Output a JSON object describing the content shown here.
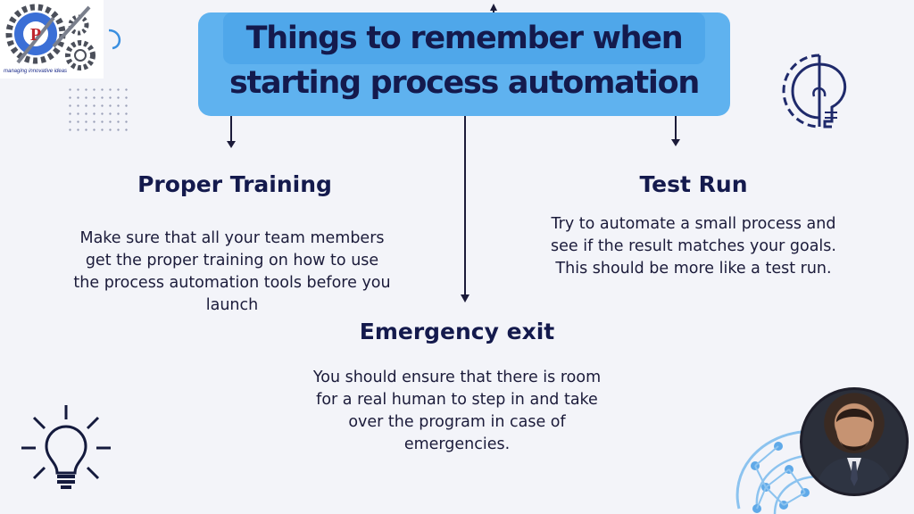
{
  "logo": {
    "monogram": "P",
    "tagline": "managing innovative ideas"
  },
  "title": {
    "line1": "Things to remember when",
    "line2": "starting process automation"
  },
  "sections": {
    "left": {
      "heading": "Proper Training",
      "body": "Make sure that all your team members get the proper training on how to use the process automation tools before you launch"
    },
    "right": {
      "heading": "Test Run",
      "body": "Try to automate a small process and see if the result matches your goals. This should be more like a test run."
    },
    "middle": {
      "heading": "Emergency exit",
      "body": "You should ensure that there is room for a real human to step in and take over the program in case of emergencies."
    }
  },
  "icons": {
    "gear_bulb": "gear-lightbulb-icon",
    "bulb": "lightbulb-icon",
    "brain_network": "brain-network-icon"
  },
  "colors": {
    "title_bg": "#5fb2ef",
    "heading": "#141a4d",
    "background": "#f3f4f9"
  }
}
